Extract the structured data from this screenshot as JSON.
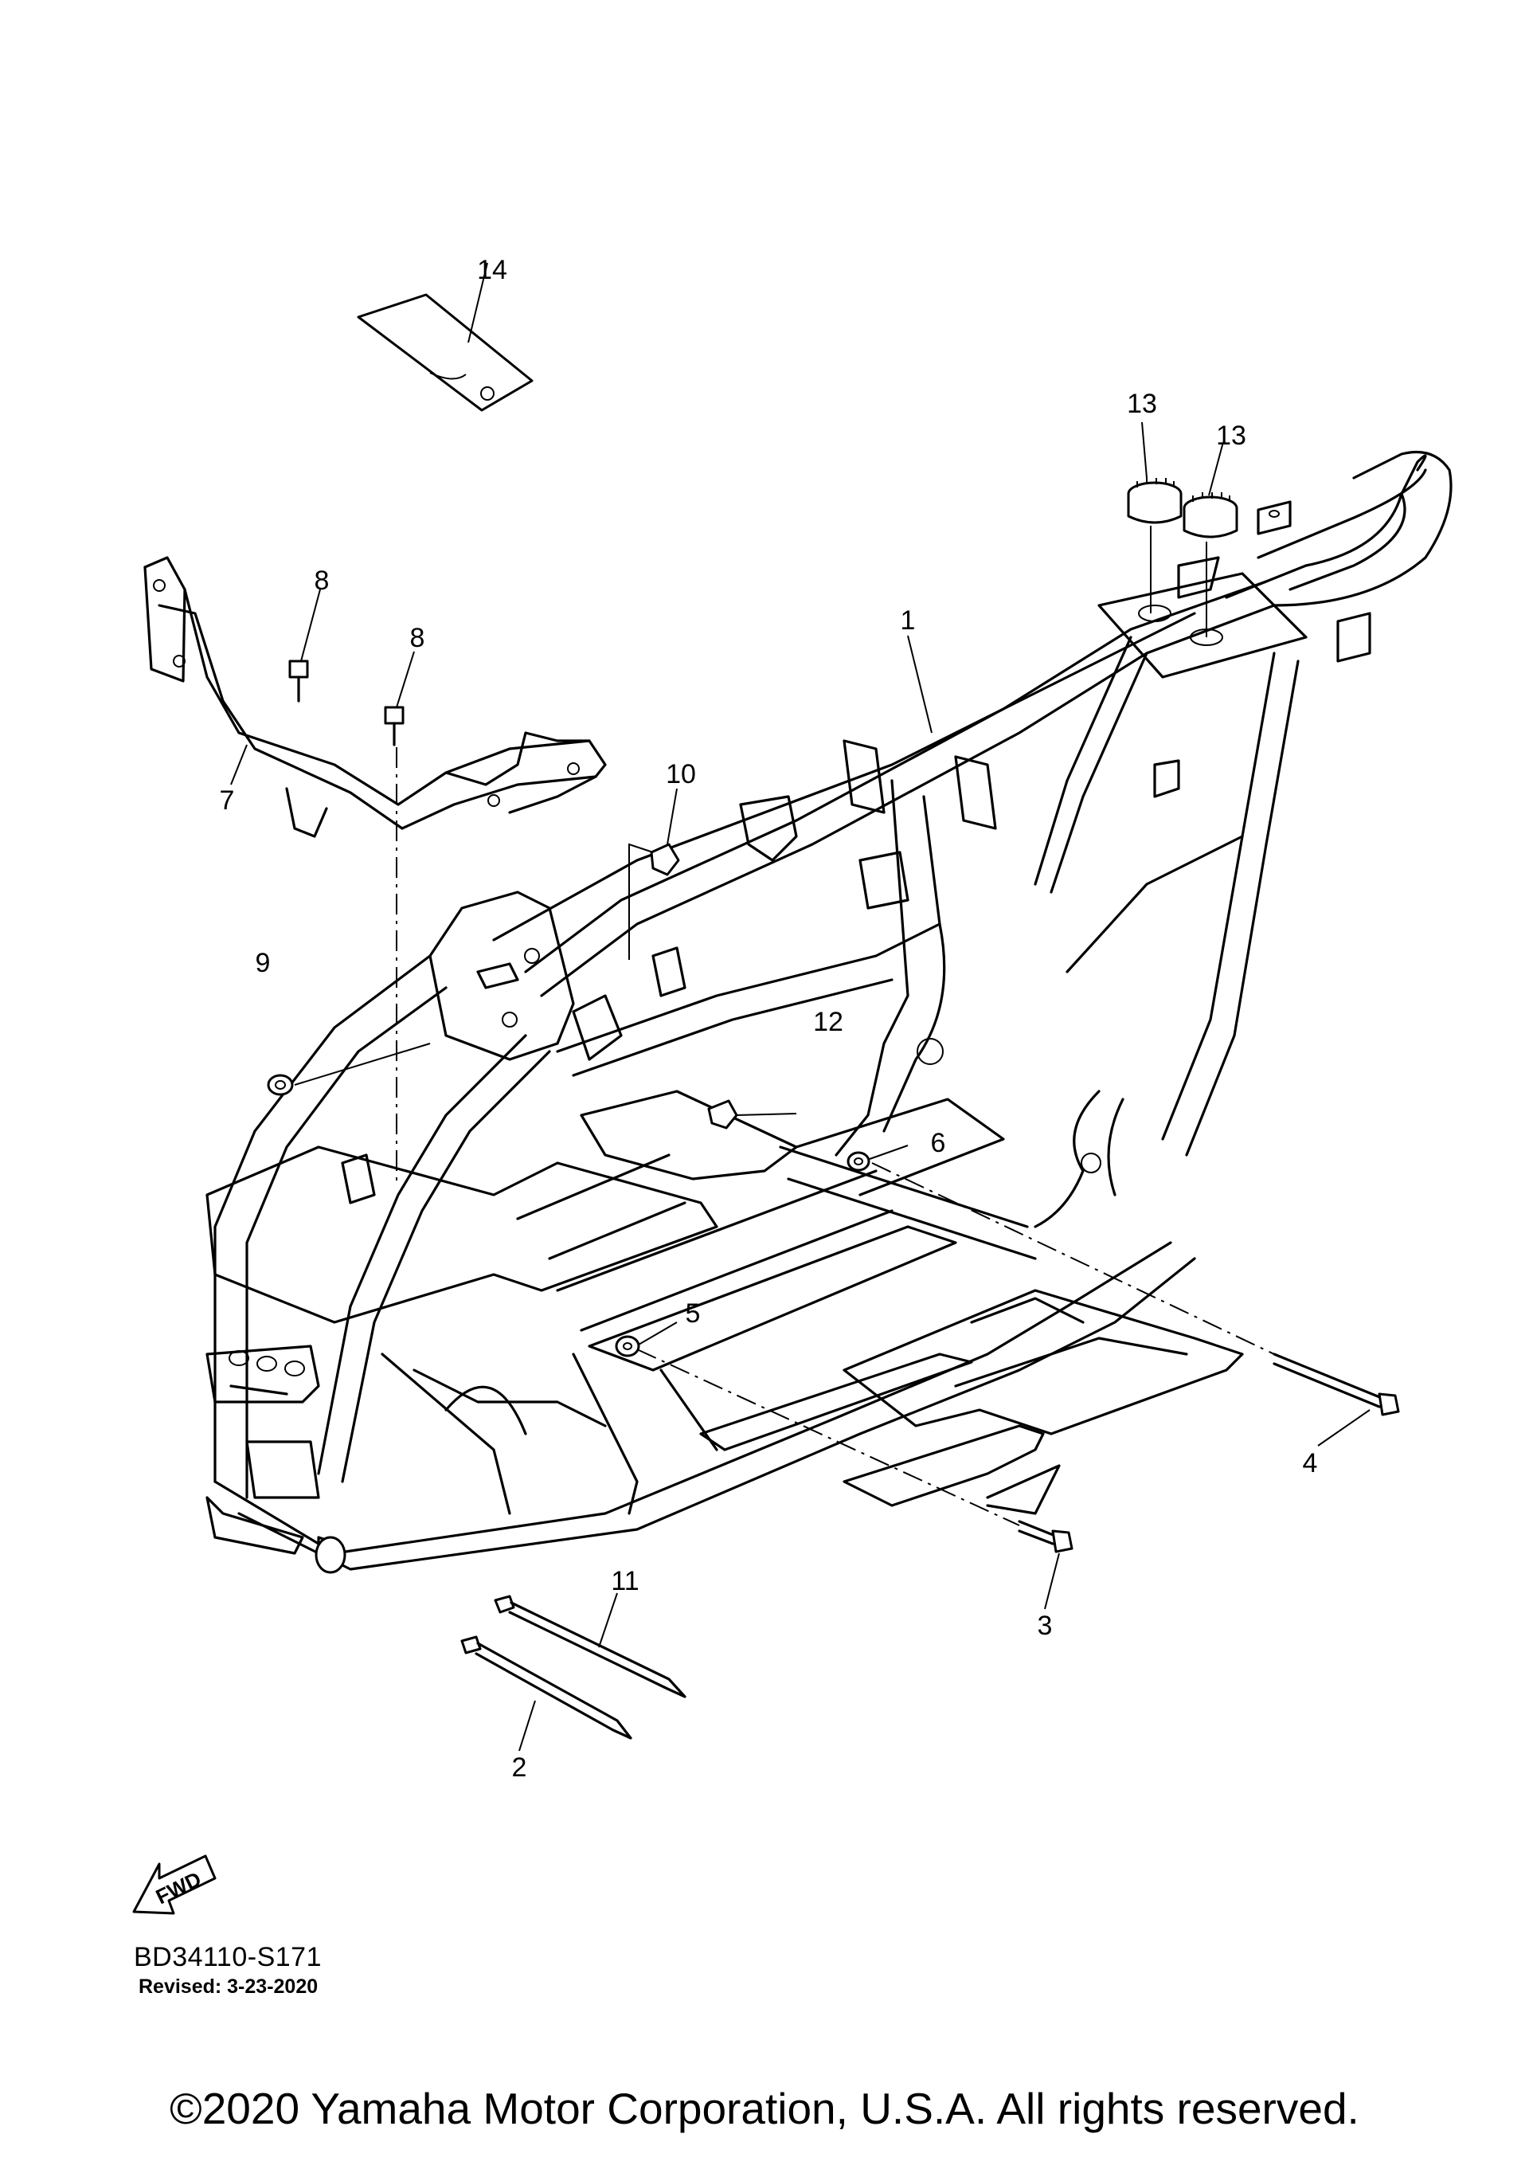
{
  "diagram": {
    "callouts": [
      "1",
      "2",
      "3",
      "4",
      "5",
      "6",
      "7",
      "8",
      "8",
      "9",
      "10",
      "11",
      "12",
      "13",
      "13",
      "14"
    ],
    "fwd_label": "FWD"
  },
  "footer": {
    "ref_code": "BD34110-S171",
    "revised": "Revised: 3-23-2020",
    "copyright": "©2020 Yamaha Motor Corporation, U.S.A. All rights reserved."
  }
}
